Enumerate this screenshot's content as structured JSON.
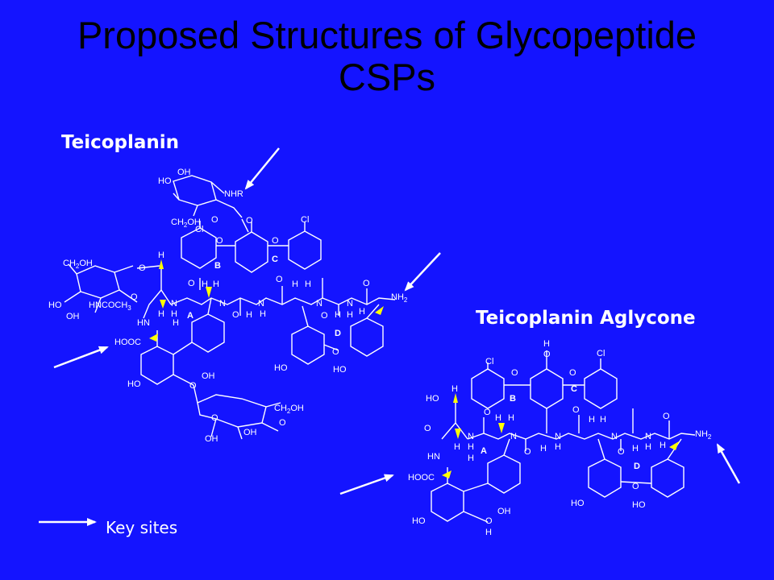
{
  "slide": {
    "title_line1": "Proposed Structures of Glycopeptide",
    "title_line2": "CSPs",
    "left_label": "Teicoplanin",
    "right_label": "Teicoplanin Aglycone",
    "legend_label": "Key sites"
  },
  "teicoplanin": {
    "groups": [
      "HO",
      "OH",
      "NHR",
      "O",
      "CH2OH",
      "O",
      "Cl",
      "O",
      "O",
      "Cl",
      "CH2OH",
      "O",
      "H",
      "HO",
      "OH",
      "HNCOCH3",
      "HN",
      "H",
      "HOOC",
      "HO",
      "OH",
      "O",
      "N",
      "H",
      "H",
      "NH2",
      "HO",
      "HO",
      "O",
      "CH2OH",
      "OH",
      "OH",
      "OH"
    ],
    "rings": [
      "A",
      "B",
      "C",
      "D"
    ]
  },
  "aglycone": {
    "groups": [
      "H",
      "O",
      "Cl",
      "O",
      "O",
      "Cl",
      "HO",
      "H",
      "HN",
      "H",
      "HOOC",
      "O",
      "N",
      "H",
      "NH2",
      "HO",
      "OH",
      "O",
      "H",
      "HO",
      "HO"
    ],
    "rings": [
      "A",
      "B",
      "C",
      "D"
    ]
  },
  "colors": {
    "background": "#1414ff",
    "title": "#000000",
    "structure": "#ffffff",
    "stereo_wedge": "#ffff00"
  }
}
